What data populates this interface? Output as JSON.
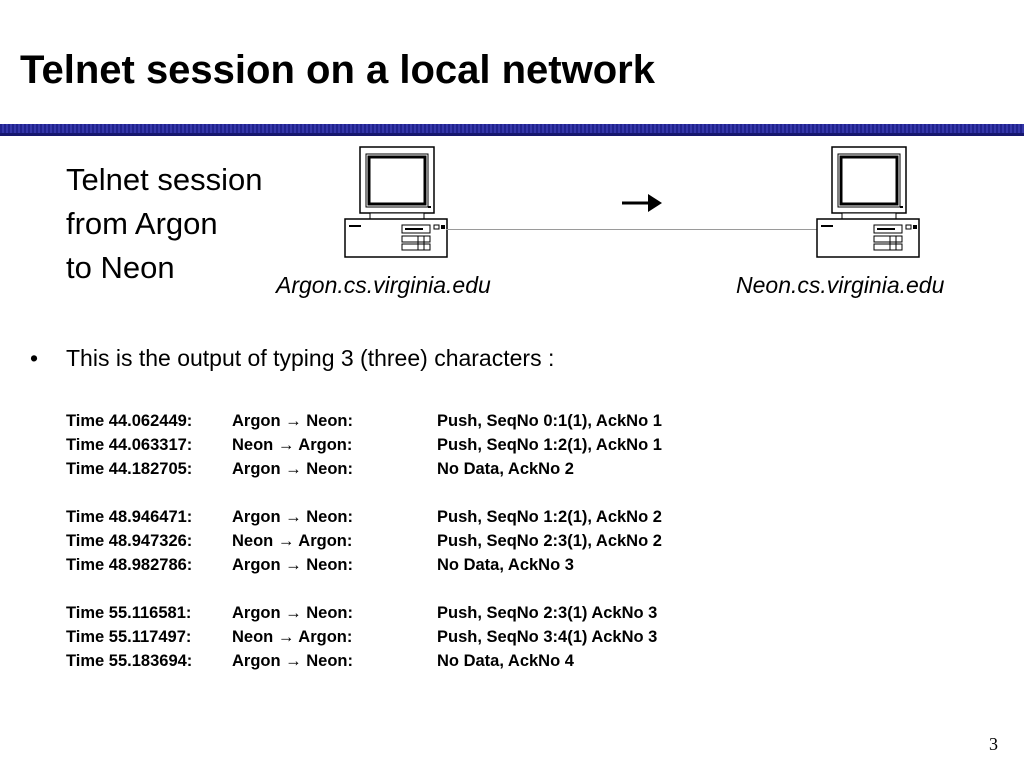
{
  "slide": {
    "title": "Telnet session on a local network",
    "page_number": "3"
  },
  "session": {
    "description_lines": [
      "Telnet session",
      "from Argon",
      "to Neon"
    ],
    "source_host": "Argon.cs.virginia.edu",
    "destination_host": "Neon.cs.virginia.edu",
    "icons": {
      "source": "computer-icon",
      "destination": "computer-icon",
      "direction": "right-arrow-icon"
    }
  },
  "bullet": {
    "symbol": "•",
    "text": "This is the output of typing 3 (three) characters :"
  },
  "trace_groups": [
    [
      {
        "time": "Time 44.062449:",
        "route": "Argon →  Neon:",
        "info": "Push,  SeqNo 0:1(1),  AckNo 1"
      },
      {
        "time": "Time 44.063317:",
        "route": "Neon → Argon:",
        "info": "Push, SeqNo 1:2(1), AckNo 1"
      },
      {
        "time": "Time 44.182705:",
        "route": "Argon →  Neon:",
        "info": "No Data,  AckNo 2"
      }
    ],
    [
      {
        "time": "Time 48.946471:",
        "route": "Argon →  Neon:",
        "info": "Push,  SeqNo 1:2(1), AckNo 2"
      },
      {
        "time": "Time 48.947326:",
        "route": "Neon → Argon:",
        "info": "Push, SeqNo 2:3(1), AckNo 2"
      },
      {
        "time": "Time 48.982786:",
        "route": "Argon →  Neon:",
        "info": "No Data, AckNo 3"
      }
    ],
    [
      {
        "time": "Time 55.116581:",
        "route": "Argon →  Neon:",
        "info": "Push,  SeqNo 2:3(1) AckNo 3"
      },
      {
        "time": "Time 55.117497:",
        "route": "Neon → Argon:",
        "info": "Push, SeqNo 3:4(1) AckNo 3"
      },
      {
        "time": "Time 55.183694:",
        "route": "Argon →  Neon:",
        "info": "No Data, AckNo 4"
      }
    ]
  ]
}
